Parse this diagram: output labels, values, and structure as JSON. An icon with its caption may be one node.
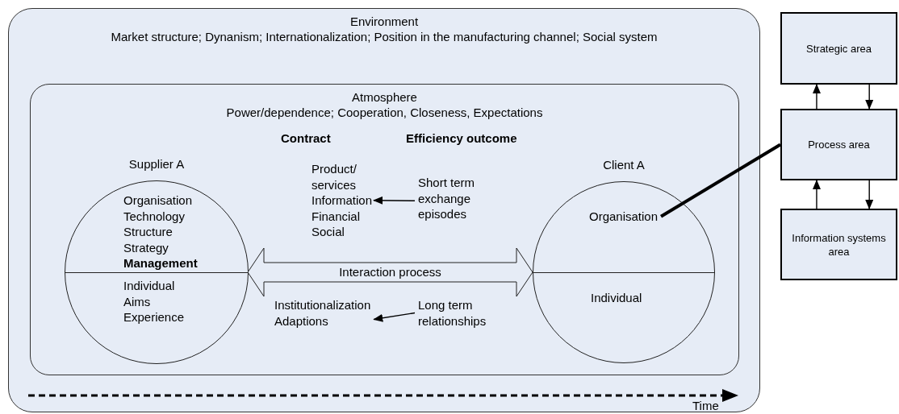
{
  "diagram": {
    "nodes": [
      {
        "text": [
          "Environment",
          "Market structure; Dynanism; Internationalization; Position in the manufacturing channel; Social system"
        ]
      },
      {
        "text": [
          "Atmosphere",
          "Power/dependence; Cooperation, Closeness, Expectations"
        ],
        "in": 0
      },
      {
        "text": [
          "Supplier A",
          "Organisation Technology Structure Strategy **Management**",
          "Individual Aims Experience"
        ],
        "in": 1
      },
      {
        "text": [
          "Product/ services Information Financial Social"
        ],
        "in": 1
      },
      {
        "text": [
          "Short term exchange episodes"
        ],
        "in": 1
      },
      {
        "text": [
          "Interaction process"
        ],
        "in": 1
      },
      {
        "text": [
          "Institutionalization Adaptions"
        ],
        "in": 1
      },
      {
        "text": [
          "Long term relationships"
        ],
        "in": 1
      },
      {
        "text": [
          "Client A",
          "Individual"
        ],
        "in": 1
      },
      {
        "text": [
          "Organisation"
        ],
        "in": 8
      },
      {
        "text": [
          "Strategic area"
        ]
      },
      {
        "text": [
          "Process area"
        ]
      },
      {
        "text": [
          "Information systems area"
        ]
      }
    ],
    "edges": [
      {
        "from": 4,
        "to": 3,
        "arrow": "to"
      },
      {
        "from": 7,
        "to": 6,
        "arrow": "to"
      },
      {
        "from": 11,
        "to": 10,
        "arrow": "to"
      },
      {
        "from": 10,
        "to": 11,
        "arrow": "to"
      },
      {
        "from": 12,
        "to": 11,
        "arrow": "to"
      },
      {
        "from": 11,
        "to": 12,
        "arrow": "to"
      },
      {
        "from": 9,
        "to": 11,
        "arrow": "none",
        "style": "thick"
      }
    ],
    "labels": [
      "Contract",
      "Efficiency outcome",
      "Time"
    ]
  }
}
